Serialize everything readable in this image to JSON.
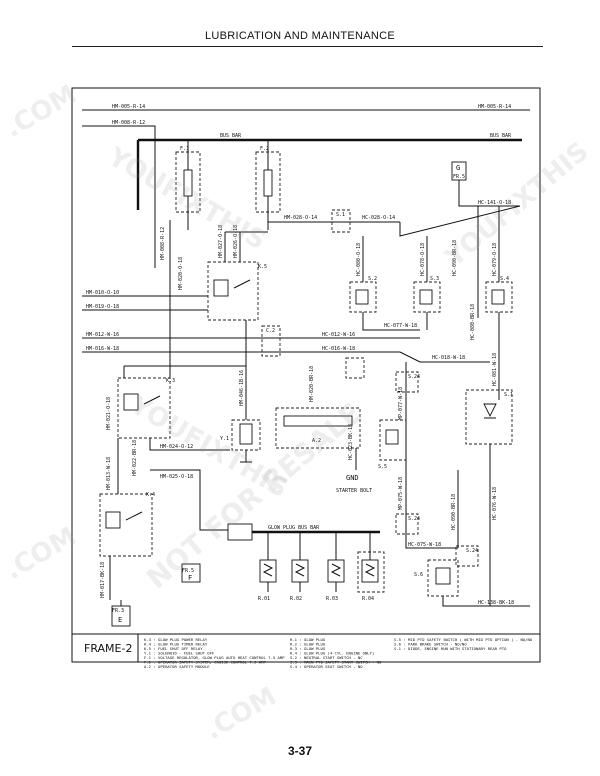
{
  "header": {
    "title": "LUBRICATION AND MAINTENANCE"
  },
  "page": {
    "number": "3-37"
  },
  "watermarks": [
    ".COM",
    "YOUFIXTHIS",
    "NOT FOR RESALE",
    "YOUFIXTHIS",
    ".COM",
    "YOUFIXTHIS",
    ".COM"
  ],
  "diagram": {
    "frame_title": "FRAME-2",
    "bus_labels": [
      "BUS BAR",
      "BUS BAR"
    ],
    "glow_bus_label": "GLOW PLUG BUS BAR",
    "gnd_label": "GND",
    "gnd_sub": "STARTER BOLT",
    "refs": {
      "g": "G",
      "g_frame": "FR.5",
      "f": "F",
      "f_frame": "FR.5",
      "e": "E",
      "e_frame": "FR.3"
    },
    "component_labels": [
      "F.1",
      "F.2",
      "K.5",
      "K.3",
      "K.4",
      "Y.1",
      "A.2",
      "S.2",
      "S.3",
      "S.4",
      "S.5",
      "S.6",
      "S.24",
      "S.24",
      "S.24",
      "S.1",
      "R.01",
      "R.02",
      "R.03",
      "R.04"
    ],
    "horizontal_wires": [
      "HM-005-R-14",
      "HM-005-R-14",
      "HM-008-R-12",
      "HM-028-O-14",
      "HC-028-O-14",
      "HC-141-O-18",
      "HM-010-O-10",
      "HM-019-O-18",
      "HM-012-W-16",
      "HC-012-W-16",
      "HC-077-W-18",
      "HM-016-W-18",
      "HC-016-W-18",
      "HC-018-W-18",
      "HM-024-O-12",
      "HM-025-O-18",
      "HC-075-W-18",
      "HC-138-BK-18"
    ],
    "vertical_wires": [
      "HM-008-R-12",
      "HM-020-O-18",
      "HM-027-O-18",
      "HM-026-O-18",
      "HM-046-1B-16",
      "HM-020-BR-18",
      "HM-021-O-18",
      "HM-022-BR-18",
      "HM-013-W-18",
      "HM-017-BK-18",
      "HC-023-BK-18",
      "HC-080-O-18",
      "HC-078-O-18",
      "HC-090-BR-18",
      "HC-079-O-18",
      "HC-080-BR-18",
      "HC-081-W-18",
      "MP-077-W-18",
      "MP-075-W-18",
      "HC-090-BR-18",
      "HC-076-W-18"
    ],
    "legend": [
      [
        "K.3 : GLOW PLUG POWER RELAY",
        "K.4 : GLOW PLUG TIMER RELAY",
        "K.5 : FUEL SHUT OFF RELAY",
        "Y.1 : SOLENOID - FUEL SHUT OFF",
        "F.1 : VOLTAGE REGULATOR, GLOW PLUG AUTO HEAT CONTROL 7.5 AMP",
        "F.2 : OPERATOR SAFETY SYSTEM, CRUISE CONTROL 7.5 AMP",
        "A.2 : OPERATOR SAFETY MODULE"
      ],
      [
        "R.1 : GLOW PLUG",
        "R.2 : GLOW PLUG",
        "R.3 : GLOW PLUG",
        "R.4 : GLOW PLUG (4 CYL. ENGINE ONLY)",
        "S.2 : NEUTRAL START SWITCH - NC",
        "S.3 : MAIN PTO SAFETY START SWITCH - NO",
        "S.4 : OPERATOR SEAT SWITCH - NO"
      ],
      [
        "S.5 : MID PTO SAFETY SWITCH ( WITH MID PTO OPTION ) - NO/NO",
        "S.6 : PARK BRAKE SWITCH - NO/NO",
        "S.1 : DIODE, ENGINE RUN WITH STATIONARY REAR PTO"
      ]
    ]
  }
}
